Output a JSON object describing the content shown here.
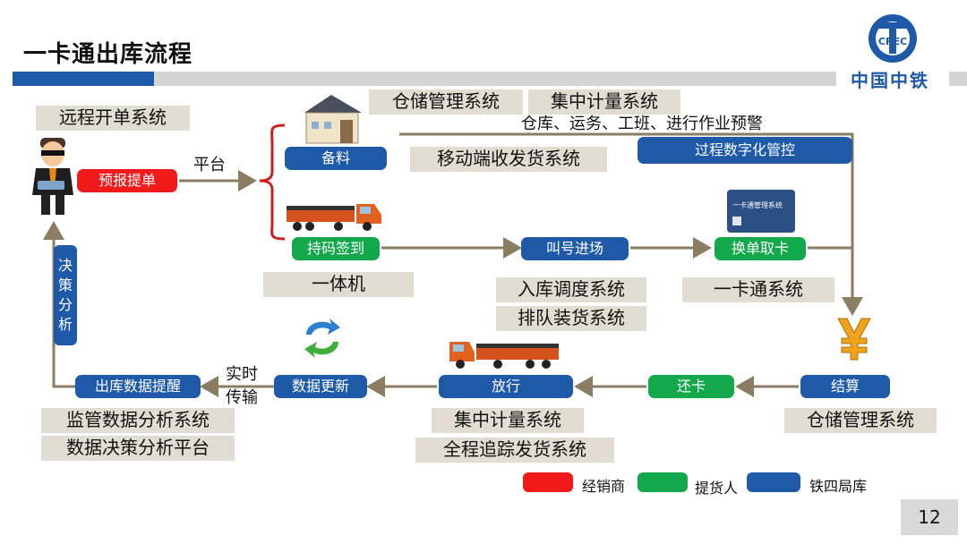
{
  "title": "一卡通出库流程",
  "brand": "中国中铁",
  "logo_text": "CREC",
  "page_number": "12",
  "labels": {
    "remote_order": "远程开单系统",
    "warehouse_mgmt_top": "仓储管理系统",
    "central_metering_top": "集中计量系统",
    "mobile_dispatch": "移动端收发货系统",
    "all_in_one": "一体机",
    "inbound_dispatch": "入库调度系统",
    "queue_loading": "排队装货系统",
    "card_system": "一卡通系统",
    "warehouse_mgmt_bottom": "仓储管理系统",
    "central_metering_bottom": "集中计量系统",
    "full_tracking": "全程追踪发货系统",
    "supervision_analysis": "监管数据分析系统",
    "decision_platform": "数据决策分析平台"
  },
  "nodes": {
    "forecast_order": "预报提单",
    "prepare": "备料",
    "process_digital": "过程数字化管控",
    "code_signin": "持码签到",
    "call_entry": "叫号进场",
    "exchange_card": "换单取卡",
    "settlement": "结算",
    "return_card": "还卡",
    "release": "放行",
    "data_update": "数据更新",
    "outbound_reminder": "出库数据提醒",
    "decision_analysis": "决策分析"
  },
  "texts": {
    "platform": "平台",
    "warning": "仓库、运务、工班、进行作业预警",
    "realtime_line1": "实时",
    "realtime_line2": "传输",
    "card_face": "一卡通管理系统"
  },
  "legend": [
    {
      "label": "经销商",
      "color": "#f01a1a"
    },
    {
      "label": "提货人",
      "color": "#12a84b"
    },
    {
      "label": "铁四局库",
      "color": "#1f5aa8"
    }
  ],
  "colors": {
    "dealer_red": "#f01a1a",
    "picker_green": "#12a84b",
    "warehouse_blue": "#1f5aa8",
    "arrow": "#8a7d62",
    "label_bg": "#e2ddd2"
  }
}
